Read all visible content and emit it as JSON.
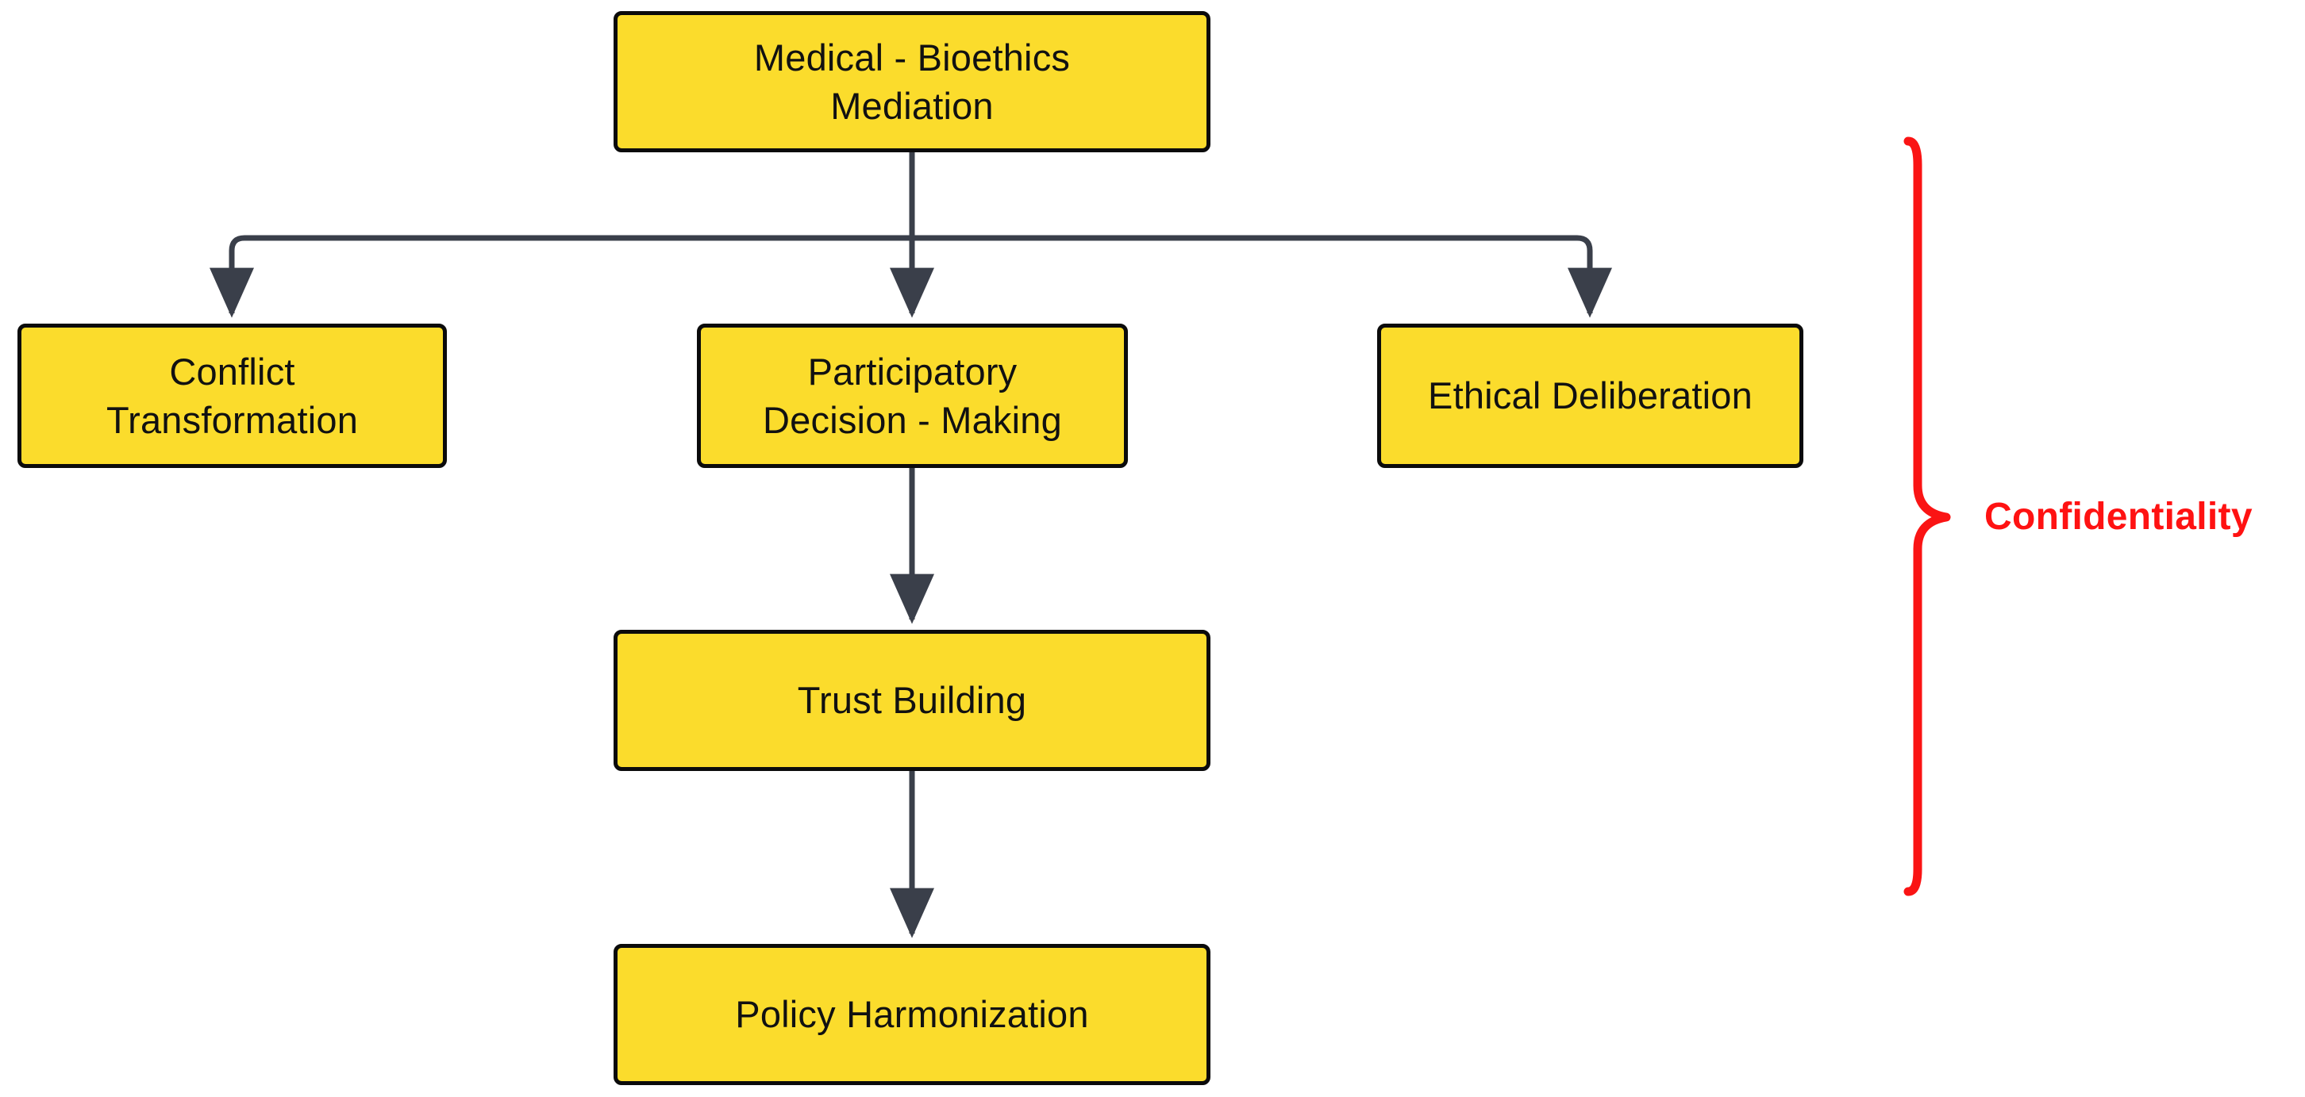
{
  "diagram": {
    "title": "Medical - Bioethics Mediation",
    "background_color": "#ffffff",
    "node_fill_color": "#FBDC2C",
    "node_border_color": "#0b0b0b",
    "edge_color": "#3A3F4A",
    "annotation_color": "#FF1212",
    "nodes": [
      {
        "id": "root",
        "label": "Medical - Bioethics\nMediation"
      },
      {
        "id": "conflict",
        "label": "Conflict\nTransformation"
      },
      {
        "id": "particip",
        "label": "Participatory\nDecision - Making"
      },
      {
        "id": "ethical",
        "label": "Ethical Deliberation"
      },
      {
        "id": "trust",
        "label": "Trust Building"
      },
      {
        "id": "policy",
        "label": "Policy Harmonization"
      }
    ],
    "edges": [
      {
        "from": "root",
        "to": "conflict"
      },
      {
        "from": "root",
        "to": "particip"
      },
      {
        "from": "root",
        "to": "ethical"
      },
      {
        "from": "particip",
        "to": "trust"
      },
      {
        "from": "trust",
        "to": "policy"
      }
    ],
    "annotation": {
      "label": "Confidentiality",
      "marker": "right-curly-brace"
    }
  }
}
